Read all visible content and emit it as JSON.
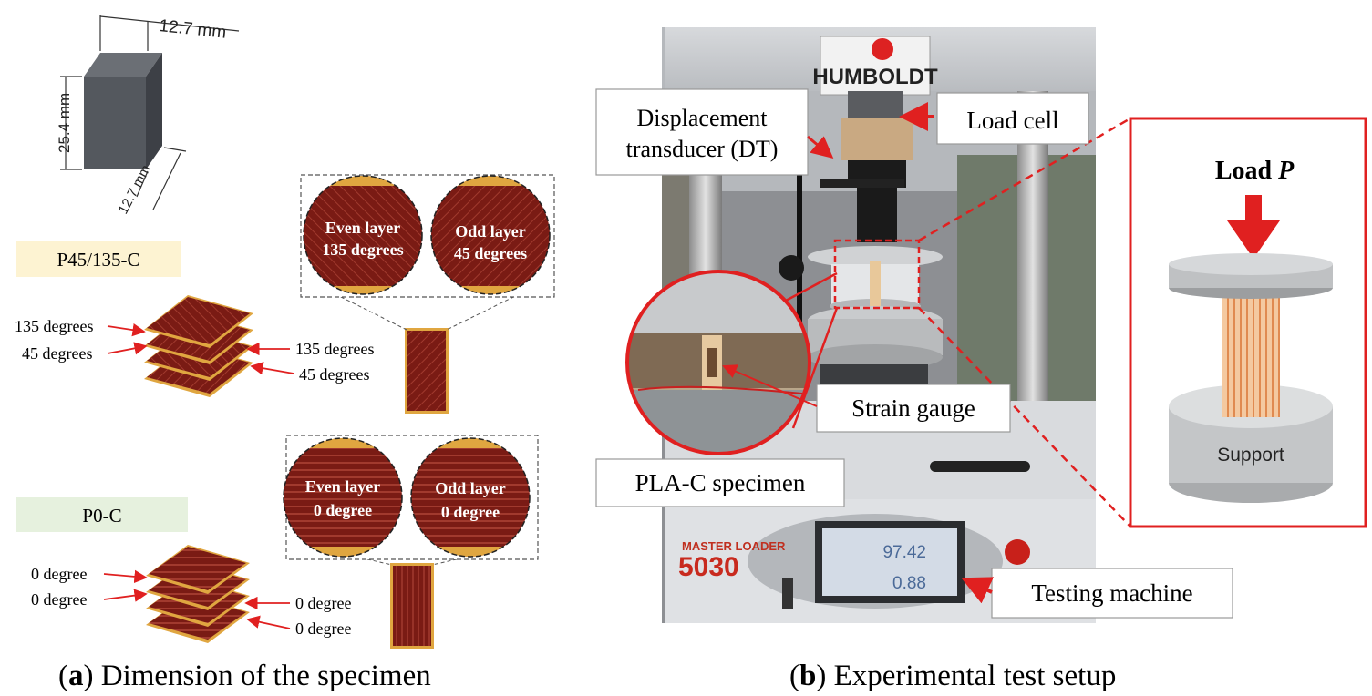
{
  "panel_a": {
    "caption_letter": "a",
    "caption_text": ") Dimension of the specimen",
    "dimensions": {
      "width": "12.7 mm",
      "height": "25.4 mm",
      "depth": "12.7 mm"
    },
    "specimen_p45": {
      "label": "P45/135-C",
      "label_bg": "#fdf3d2",
      "zoom_left": [
        "Even layer",
        "135 degrees"
      ],
      "zoom_right": [
        "Odd layer",
        "45 degrees"
      ],
      "layer_labels_left": [
        "135 degrees",
        "45 degrees"
      ],
      "layer_labels_right": [
        "135 degrees",
        "45 degrees"
      ]
    },
    "specimen_p0": {
      "label": "P0-C",
      "label_bg": "#e6f1de",
      "zoom_left": [
        "Even layer",
        "0 degree"
      ],
      "zoom_right": [
        "Odd layer",
        "0 degree"
      ],
      "layer_labels_left": [
        "0 degree",
        "0 degree"
      ],
      "layer_labels_right": [
        "0 degree",
        "0 degree"
      ]
    }
  },
  "panel_b": {
    "caption_letter": "b",
    "caption_text": ") Experimental test setup",
    "callouts": {
      "displacement": [
        "Displacement",
        "transducer (DT)"
      ],
      "load_cell": "Load cell",
      "strain_gauge": "Strain gauge",
      "specimen": "PLA-C specimen",
      "machine": "Testing machine"
    },
    "machine_brand": "HUMBOLDT",
    "machine_model_name": "MASTER LOADER",
    "machine_model_number": "5030",
    "display_values": [
      "97.42",
      "0.88"
    ],
    "schematic": {
      "load_label": "Load ",
      "load_symbol": "P",
      "support_label": "Support"
    }
  },
  "colors": {
    "accent_red": "#e02020",
    "layer_brown": "#7a1b14",
    "layer_edge": "#e0a640",
    "fiber": "#e8a066"
  }
}
